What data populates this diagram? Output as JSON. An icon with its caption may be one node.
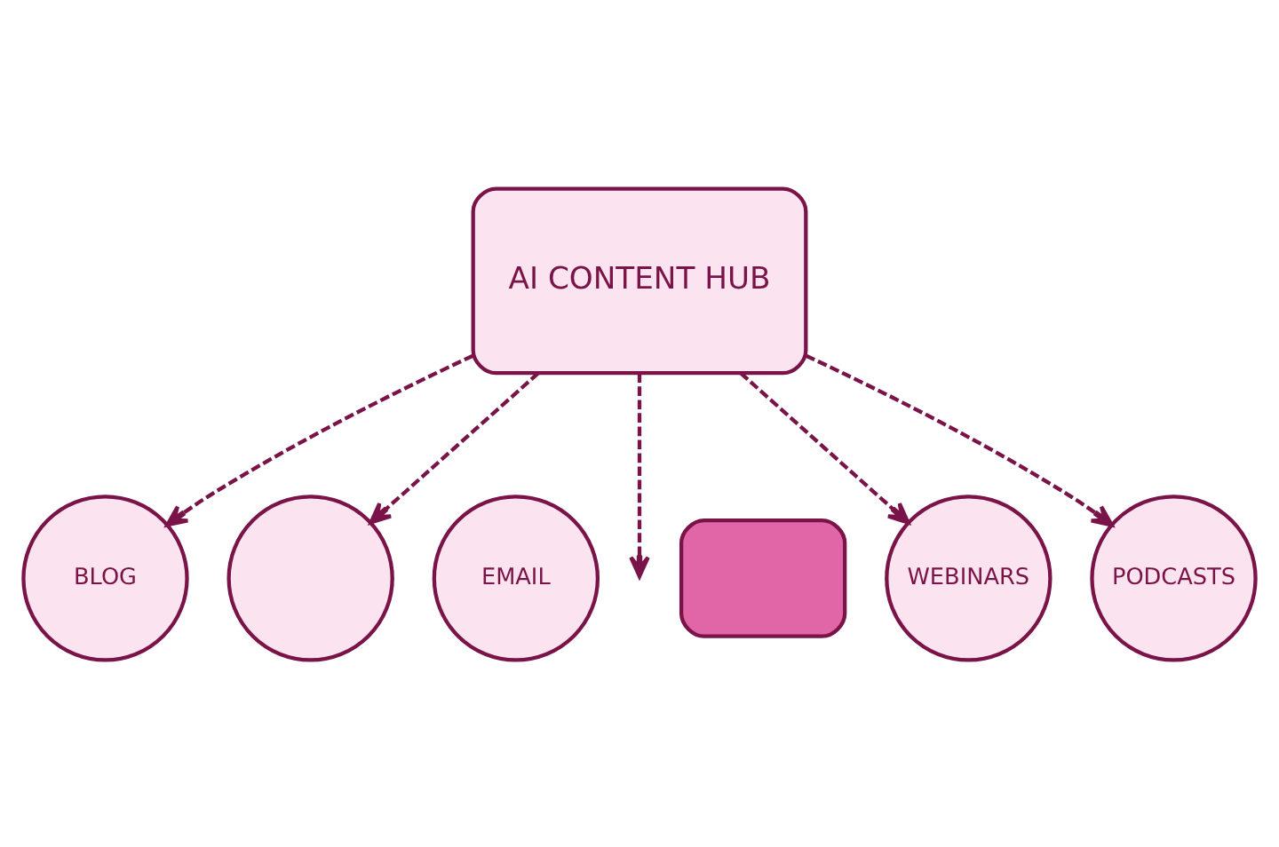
{
  "diagram": {
    "nodes": [
      {
        "text": [
          "AI CONTENT HUB"
        ]
      },
      {
        "text": [
          "BLOG"
        ]
      },
      {
        "text": [],
        "shape": "circle"
      },
      {
        "text": [
          "EMAIL"
        ]
      },
      {
        "text": [],
        "shape": "box"
      },
      {
        "text": [
          "WEBINARS"
        ]
      },
      {
        "text": [
          "PODCASTS"
        ]
      }
    ],
    "edges": [
      {
        "from": 0,
        "to": 1,
        "arrow": "to",
        "style": "dashed"
      },
      {
        "from": 0,
        "to": 2,
        "arrow": "to",
        "style": "dashed"
      },
      {
        "from": 0,
        "to": null,
        "arrow": "to",
        "style": "dashed"
      },
      {
        "from": 0,
        "to": 5,
        "arrow": "to",
        "style": "dashed"
      },
      {
        "from": 0,
        "to": 6,
        "arrow": "to",
        "style": "dashed"
      }
    ]
  }
}
